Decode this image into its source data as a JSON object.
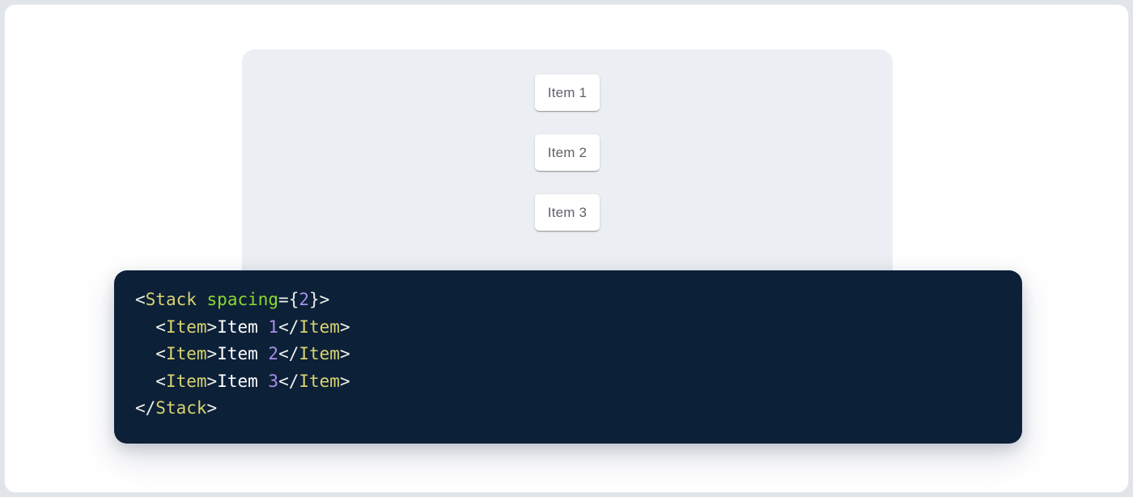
{
  "demo": {
    "items": [
      {
        "label": "Item 1"
      },
      {
        "label": "Item 2"
      },
      {
        "label": "Item 3"
      }
    ]
  },
  "code": {
    "language": "jsx",
    "lines": [
      [
        {
          "text": "<",
          "type": "punctuation"
        },
        {
          "text": "Stack",
          "type": "tag"
        },
        {
          "text": " ",
          "type": "plain"
        },
        {
          "text": "spacing",
          "type": "attr_name"
        },
        {
          "text": "={",
          "type": "punctuation"
        },
        {
          "text": "2",
          "type": "number"
        },
        {
          "text": "}>",
          "type": "punctuation"
        }
      ],
      [
        {
          "text": "  ",
          "type": "plain"
        },
        {
          "text": "<",
          "type": "punctuation"
        },
        {
          "text": "Item",
          "type": "tag"
        },
        {
          "text": ">",
          "type": "punctuation"
        },
        {
          "text": "Item ",
          "type": "plain"
        },
        {
          "text": "1",
          "type": "number"
        },
        {
          "text": "</",
          "type": "punctuation"
        },
        {
          "text": "Item",
          "type": "tag"
        },
        {
          "text": ">",
          "type": "punctuation"
        }
      ],
      [
        {
          "text": "  ",
          "type": "plain"
        },
        {
          "text": "<",
          "type": "punctuation"
        },
        {
          "text": "Item",
          "type": "tag"
        },
        {
          "text": ">",
          "type": "punctuation"
        },
        {
          "text": "Item ",
          "type": "plain"
        },
        {
          "text": "2",
          "type": "number"
        },
        {
          "text": "</",
          "type": "punctuation"
        },
        {
          "text": "Item",
          "type": "tag"
        },
        {
          "text": ">",
          "type": "punctuation"
        }
      ],
      [
        {
          "text": "  ",
          "type": "plain"
        },
        {
          "text": "<",
          "type": "punctuation"
        },
        {
          "text": "Item",
          "type": "tag"
        },
        {
          "text": ">",
          "type": "punctuation"
        },
        {
          "text": "Item ",
          "type": "plain"
        },
        {
          "text": "3",
          "type": "number"
        },
        {
          "text": "</",
          "type": "punctuation"
        },
        {
          "text": "Item",
          "type": "tag"
        },
        {
          "text": ">",
          "type": "punctuation"
        }
      ],
      [
        {
          "text": "</",
          "type": "punctuation"
        },
        {
          "text": "Stack",
          "type": "tag"
        },
        {
          "text": ">",
          "type": "punctuation"
        }
      ]
    ]
  },
  "colors": {
    "outer_background": "#e1e4e9",
    "page_background": "#ffffff",
    "panel_background": "#ebeef2",
    "item_text": "#5f6368",
    "code_background": "#0c2038",
    "token_tag": "#d9d26f",
    "token_attr_name": "#8cd92f",
    "token_number": "#a88fe8",
    "token_punctuation": "#edefec",
    "token_plain": "#ffffff"
  }
}
